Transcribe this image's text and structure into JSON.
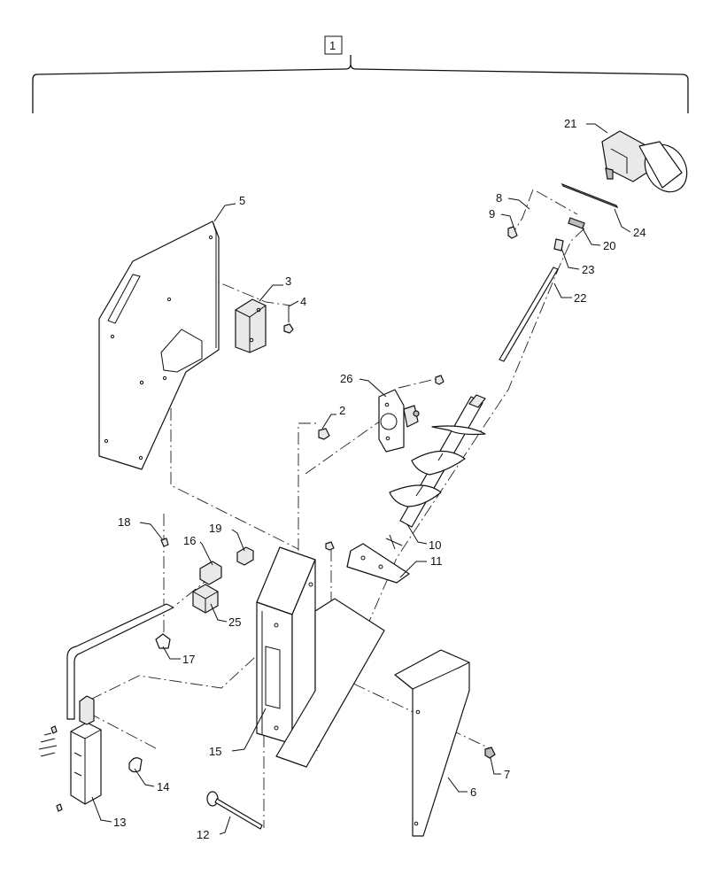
{
  "diagram": {
    "assembly_callout": "1",
    "callouts": [
      "2",
      "3",
      "4",
      "5",
      "6",
      "7",
      "8",
      "9",
      "10",
      "11",
      "12",
      "13",
      "14",
      "15",
      "16",
      "17",
      "18",
      "19",
      "20",
      "21",
      "22",
      "23",
      "24",
      "25",
      "26"
    ]
  },
  "colors": {
    "line": "#111111",
    "background": "#ffffff",
    "shade": "#e9e9e9"
  }
}
